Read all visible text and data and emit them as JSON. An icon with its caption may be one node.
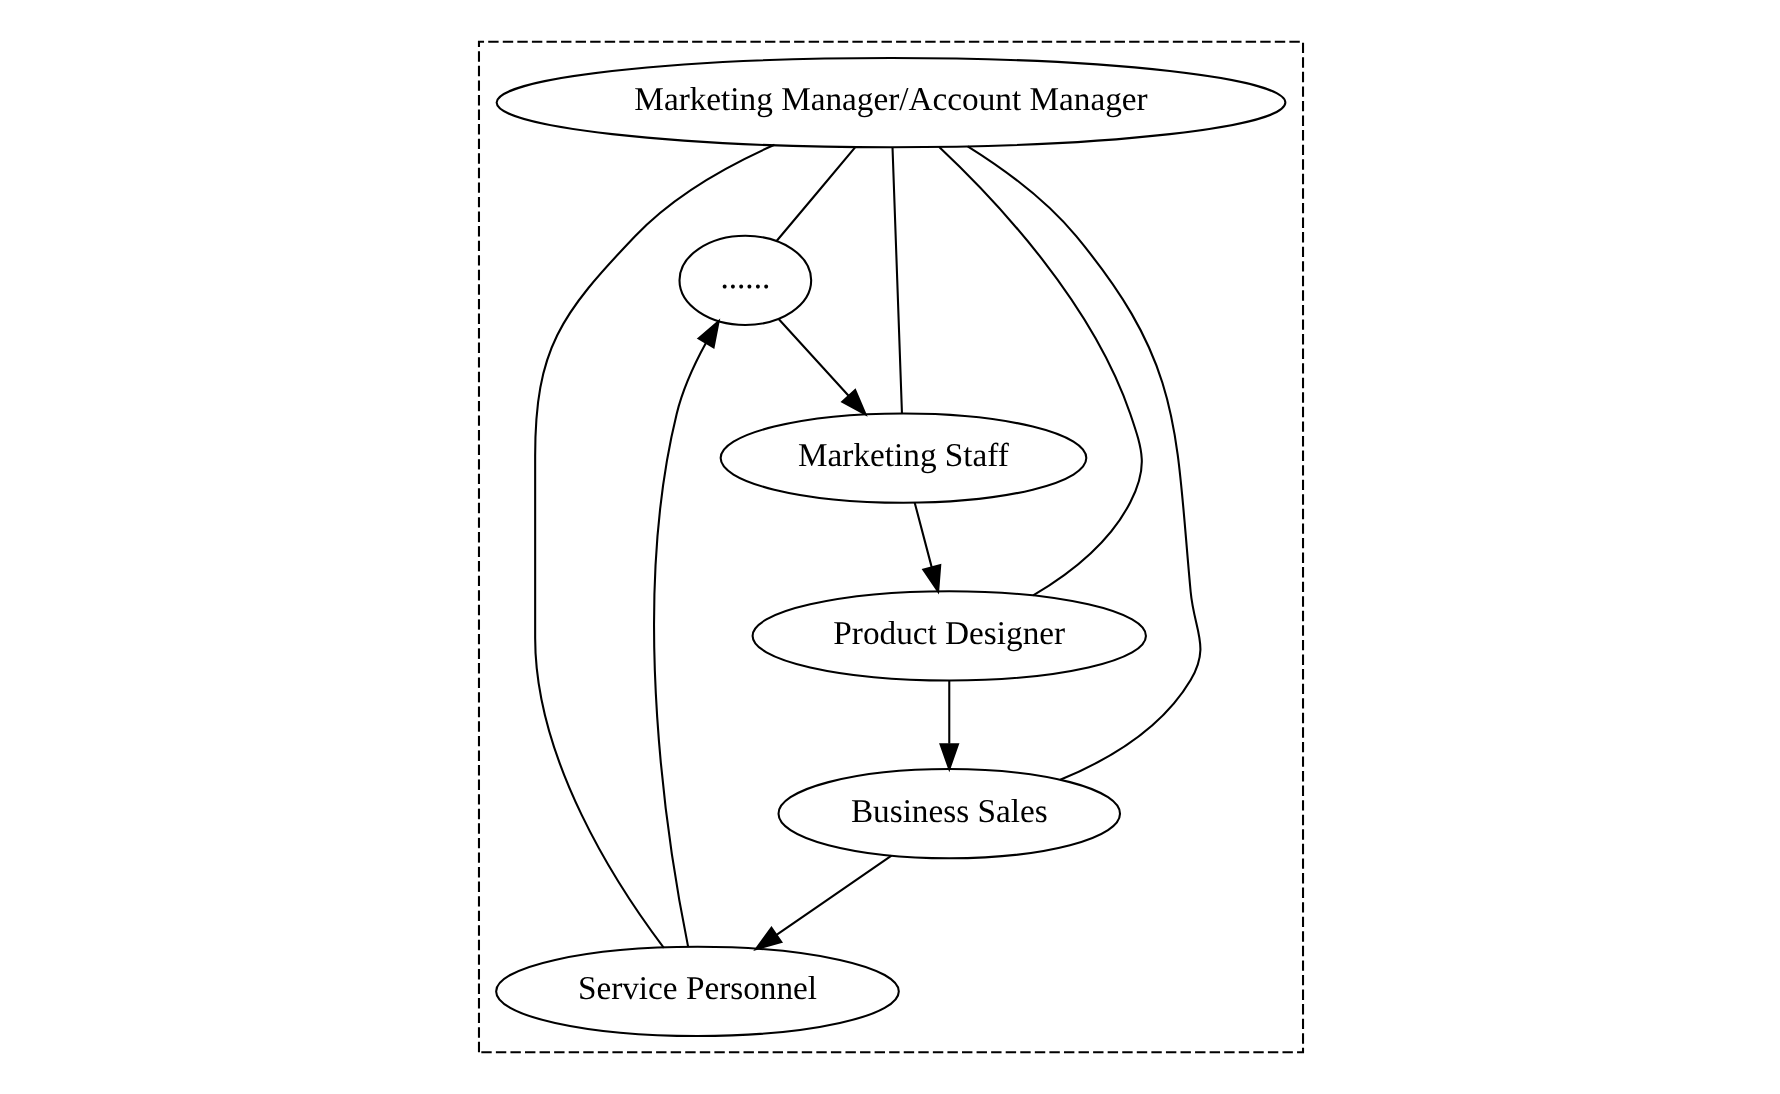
{
  "diagram": {
    "nodes": [
      {
        "text": [],
        "shape": "box"
      },
      {
        "text": [
          "......"
        ],
        "in": 0
      },
      {
        "text": [
          "Marketing Staff"
        ],
        "in": 0
      },
      {
        "text": [
          "Marketing Manager/Account Manager"
        ],
        "in": 0
      },
      {
        "text": [
          "Service Personnel"
        ],
        "in": 0
      },
      {
        "text": [
          "Product Designer"
        ],
        "in": 0
      },
      {
        "text": [
          "Business Sales"
        ],
        "in": 0
      }
    ],
    "edges": [
      {
        "from": 1,
        "to": 2,
        "arrow": "to"
      },
      {
        "from": 2,
        "to": 5,
        "arrow": "to"
      },
      {
        "from": 5,
        "to": 6,
        "arrow": "to"
      },
      {
        "from": 6,
        "to": 4,
        "arrow": "to"
      },
      {
        "from": 4,
        "to": 1,
        "arrow": "to"
      },
      {
        "from": 3,
        "to": 1,
        "arrow": "none"
      },
      {
        "from": 3,
        "to": 2,
        "arrow": "none"
      },
      {
        "from": 3,
        "to": 5,
        "arrow": "none"
      },
      {
        "from": 3,
        "to": 4,
        "arrow": "none"
      },
      {
        "from": 3,
        "to": 6,
        "arrow": "none"
      }
    ]
  }
}
